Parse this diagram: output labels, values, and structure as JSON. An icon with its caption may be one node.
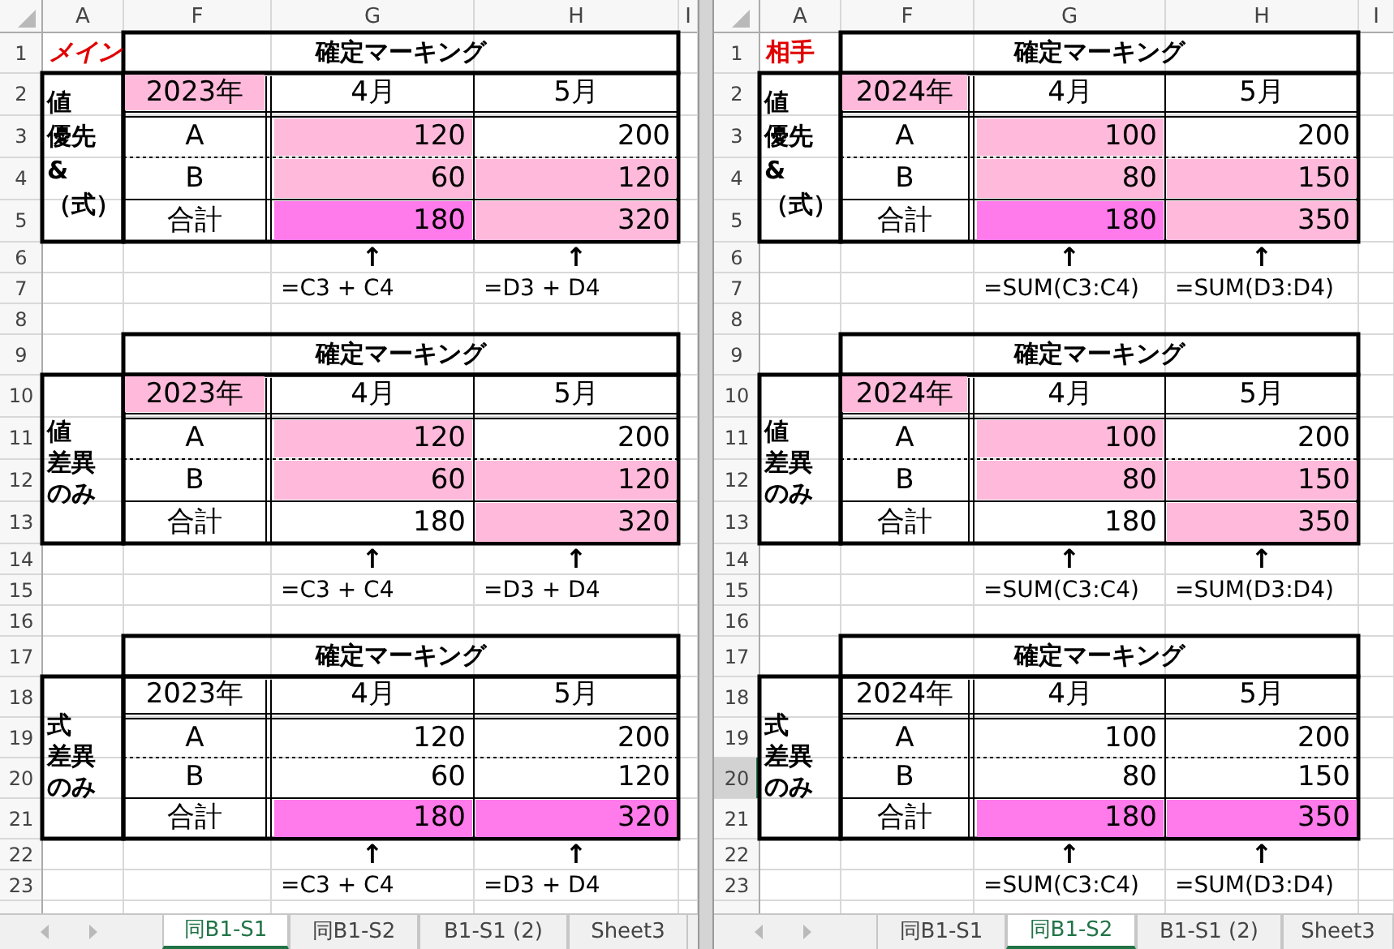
{
  "diagram": {
    "labels": [
      "A",
      "F",
      "G",
      "H",
      "I",
      "1",
      "2",
      "3",
      "4",
      "5",
      "6",
      "7",
      "8",
      "9",
      "10",
      "11",
      "12",
      "13",
      "14",
      "15",
      "16",
      "17",
      "18",
      "19",
      "20",
      "21",
      "22",
      "23",
      "メイン",
      "確定マーキング",
      "値",
      "優先",
      "&",
      "（式）",
      "2023年",
      "4月",
      "5月",
      "A",
      "120",
      "200",
      "B",
      "60",
      "120",
      "合計",
      "180",
      "320",
      "↑",
      "↑",
      "=C3 + C4",
      "=D3 + D4",
      "確定マーキング",
      "値",
      "差異",
      "のみ",
      "2023年",
      "4月",
      "5月",
      "A",
      "120",
      "200",
      "B",
      "60",
      "120",
      "合計",
      "180",
      "320",
      "↑",
      "↑",
      "=C3 + C4",
      "=D3 + D4",
      "確定マーキング",
      "式",
      "差異",
      "のみ",
      "2023年",
      "4月",
      "5月",
      "A",
      "120",
      "200",
      "B",
      "60",
      "120",
      "合計",
      "180",
      "320",
      "↑",
      "↑",
      "=C3 + C4",
      "=D3 + D4",
      "同B1-S1",
      "同B1-S2",
      "B1-S1 (2)",
      "Sheet3",
      "A",
      "F",
      "G",
      "H",
      "I",
      "1",
      "2",
      "3",
      "4",
      "5",
      "6",
      "7",
      "8",
      "9",
      "10",
      "11",
      "12",
      "13",
      "14",
      "15",
      "16",
      "17",
      "18",
      "19",
      "20",
      "21",
      "22",
      "23",
      "相手",
      "確定マーキング",
      "値",
      "優先",
      "&",
      "（式）",
      "2024年",
      "4月",
      "5月",
      "A",
      "100",
      "200",
      "B",
      "80",
      "150",
      "合計",
      "180",
      "350",
      "↑",
      "↑",
      "=SUM(C3:C4)",
      "=SUM(D3:D4)",
      "確定マーキング",
      "値",
      "差異",
      "のみ",
      "2024年",
      "4月",
      "5月",
      "A",
      "100",
      "200",
      "B",
      "80",
      "150",
      "合計",
      "180",
      "350",
      "↑",
      "↑",
      "=SUM(C3:C4)",
      "=SUM(D3:D4)",
      "確定マーキング",
      "式",
      "差異",
      "のみ",
      "2024年",
      "4月",
      "5月",
      "A",
      "100",
      "200",
      "B",
      "80",
      "150",
      "合計",
      "180",
      "350",
      "↑",
      "↑",
      "=SUM(C3:C4)",
      "=SUM(D3:D4)",
      "同B1-S1",
      "同B1-S2",
      "B1-S1 (2)",
      "Sheet3"
    ]
  }
}
